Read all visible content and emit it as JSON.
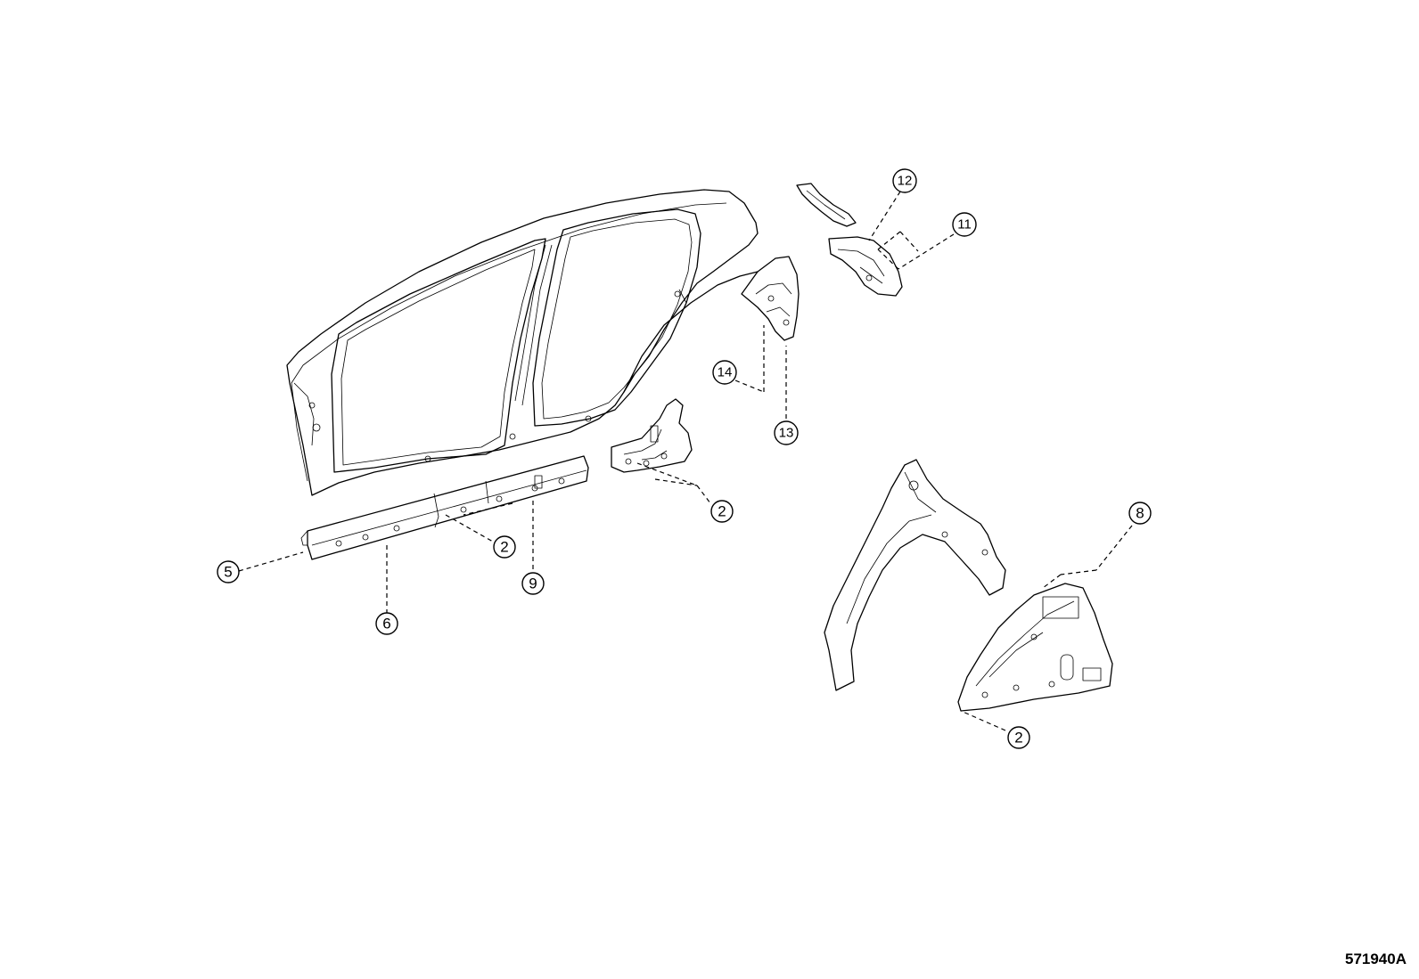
{
  "figure_code": "571940A",
  "callouts": [
    {
      "id": "c-5",
      "label": "5"
    },
    {
      "id": "c-6",
      "label": "6"
    },
    {
      "id": "c-2a",
      "label": "2"
    },
    {
      "id": "c-9",
      "label": "9"
    },
    {
      "id": "c-2b",
      "label": "2"
    },
    {
      "id": "c-14",
      "label": "14"
    },
    {
      "id": "c-13",
      "label": "13"
    },
    {
      "id": "c-12",
      "label": "12"
    },
    {
      "id": "c-11",
      "label": "11"
    },
    {
      "id": "c-8",
      "label": "8"
    },
    {
      "id": "c-2c",
      "label": "2"
    }
  ]
}
